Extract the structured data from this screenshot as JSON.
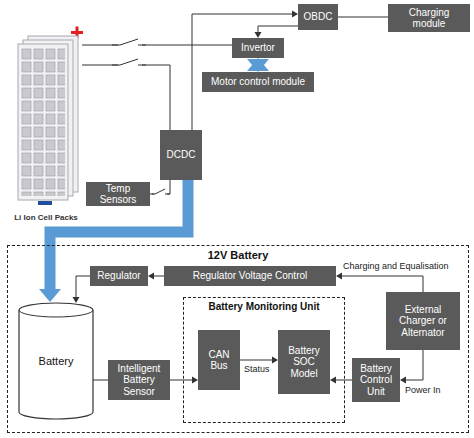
{
  "diagram": {
    "nodes": [
      {
        "text": [
          "Li Ion Cell Packs"
        ]
      },
      {
        "text": [
          "OBDC"
        ]
      },
      {
        "text": [
          "Charging module"
        ]
      },
      {
        "text": [
          "Invertor"
        ]
      },
      {
        "text": [
          "Motor control module"
        ]
      },
      {
        "text": [
          "DCDC"
        ]
      },
      {
        "text": [
          "Temp Sensors"
        ]
      },
      {
        "text": [
          "12V Battery"
        ]
      },
      {
        "text": [
          "Regulator"
        ],
        "in": 7
      },
      {
        "text": [
          "Regulator Voltage Control"
        ],
        "in": 7
      },
      {
        "text": [
          "External Charger or Alternator"
        ],
        "in": 7
      },
      {
        "text": [
          "Battery"
        ],
        "in": 7
      },
      {
        "text": [
          "Battery Monitoring Unit"
        ],
        "in": 7
      },
      {
        "text": [
          "CAN Bus"
        ],
        "in": 12
      },
      {
        "text": [
          "Battery SOC Model"
        ],
        "in": 12
      },
      {
        "text": [
          "Battery Control Unit"
        ],
        "in": 7
      },
      {
        "text": [
          "Intelligent Battery Sensor"
        ],
        "in": 7
      }
    ],
    "edges": [
      {
        "from": 0,
        "to": 3,
        "arrow": "none"
      },
      {
        "from": 0,
        "to": 5,
        "arrow": "none"
      },
      {
        "from": 5,
        "to": 1,
        "arrow": "to"
      },
      {
        "from": 1,
        "to": 3,
        "arrow": "to"
      },
      {
        "from": 2,
        "to": 1,
        "arrow": "none"
      },
      {
        "from": 3,
        "to": 4,
        "arrow": "both"
      },
      {
        "from": 6,
        "to": 5,
        "arrow": "none"
      },
      {
        "from": 5,
        "to": 11,
        "arrow": "to"
      },
      {
        "from": 9,
        "to": 8,
        "arrow": "to"
      },
      {
        "from": 8,
        "to": 11,
        "arrow": "to"
      },
      {
        "from": 10,
        "to": 9,
        "label": "Charging and Equalisation",
        "arrow": "to"
      },
      {
        "from": 10,
        "to": 15,
        "label": "Power In",
        "arrow": "to"
      },
      {
        "from": 15,
        "to": 14,
        "arrow": "to"
      },
      {
        "from": 13,
        "to": 14,
        "label": "Status",
        "arrow": "to"
      },
      {
        "from": 16,
        "to": 13,
        "arrow": "to"
      },
      {
        "from": 11,
        "to": 16,
        "arrow": "none"
      }
    ]
  }
}
